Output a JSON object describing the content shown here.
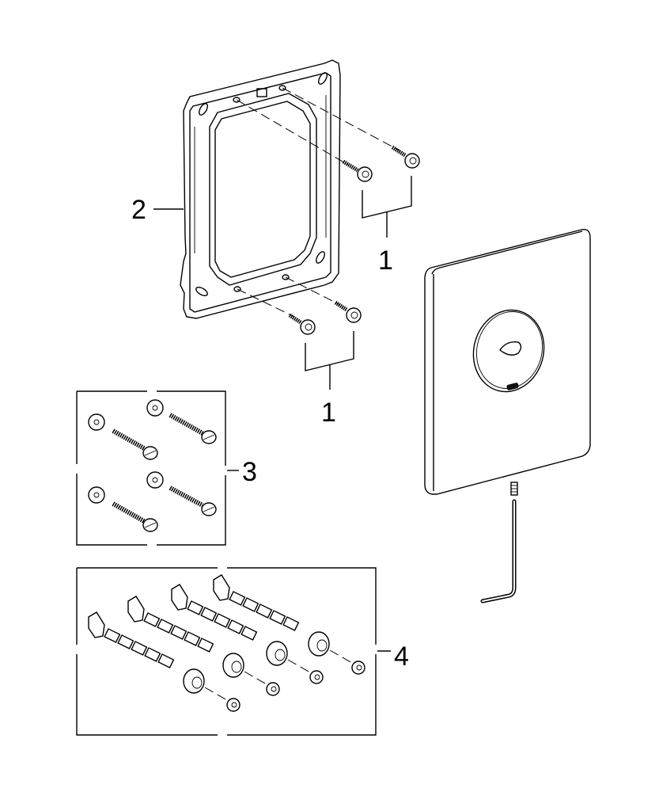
{
  "diagram": {
    "type": "exploded-parts-view",
    "callouts": [
      {
        "id": "callout-1-top",
        "label": "1",
        "part": "mounting screws (frame top)"
      },
      {
        "id": "callout-1-bottom",
        "label": "1",
        "part": "mounting screws (frame bottom)"
      },
      {
        "id": "callout-2",
        "label": "2",
        "part": "mounting frame"
      },
      {
        "id": "callout-3",
        "label": "3",
        "part": "screw and washer set (4x)"
      },
      {
        "id": "callout-4",
        "label": "4",
        "part": "extension bolt set (4x)"
      }
    ],
    "parts": {
      "frame": "mounting-frame",
      "cover_plate": "cover-plate-with-round-button",
      "hex_key": "allen-key",
      "set_screw": "set-screw"
    },
    "colors": {
      "line": "#000000",
      "background": "#ffffff"
    }
  }
}
